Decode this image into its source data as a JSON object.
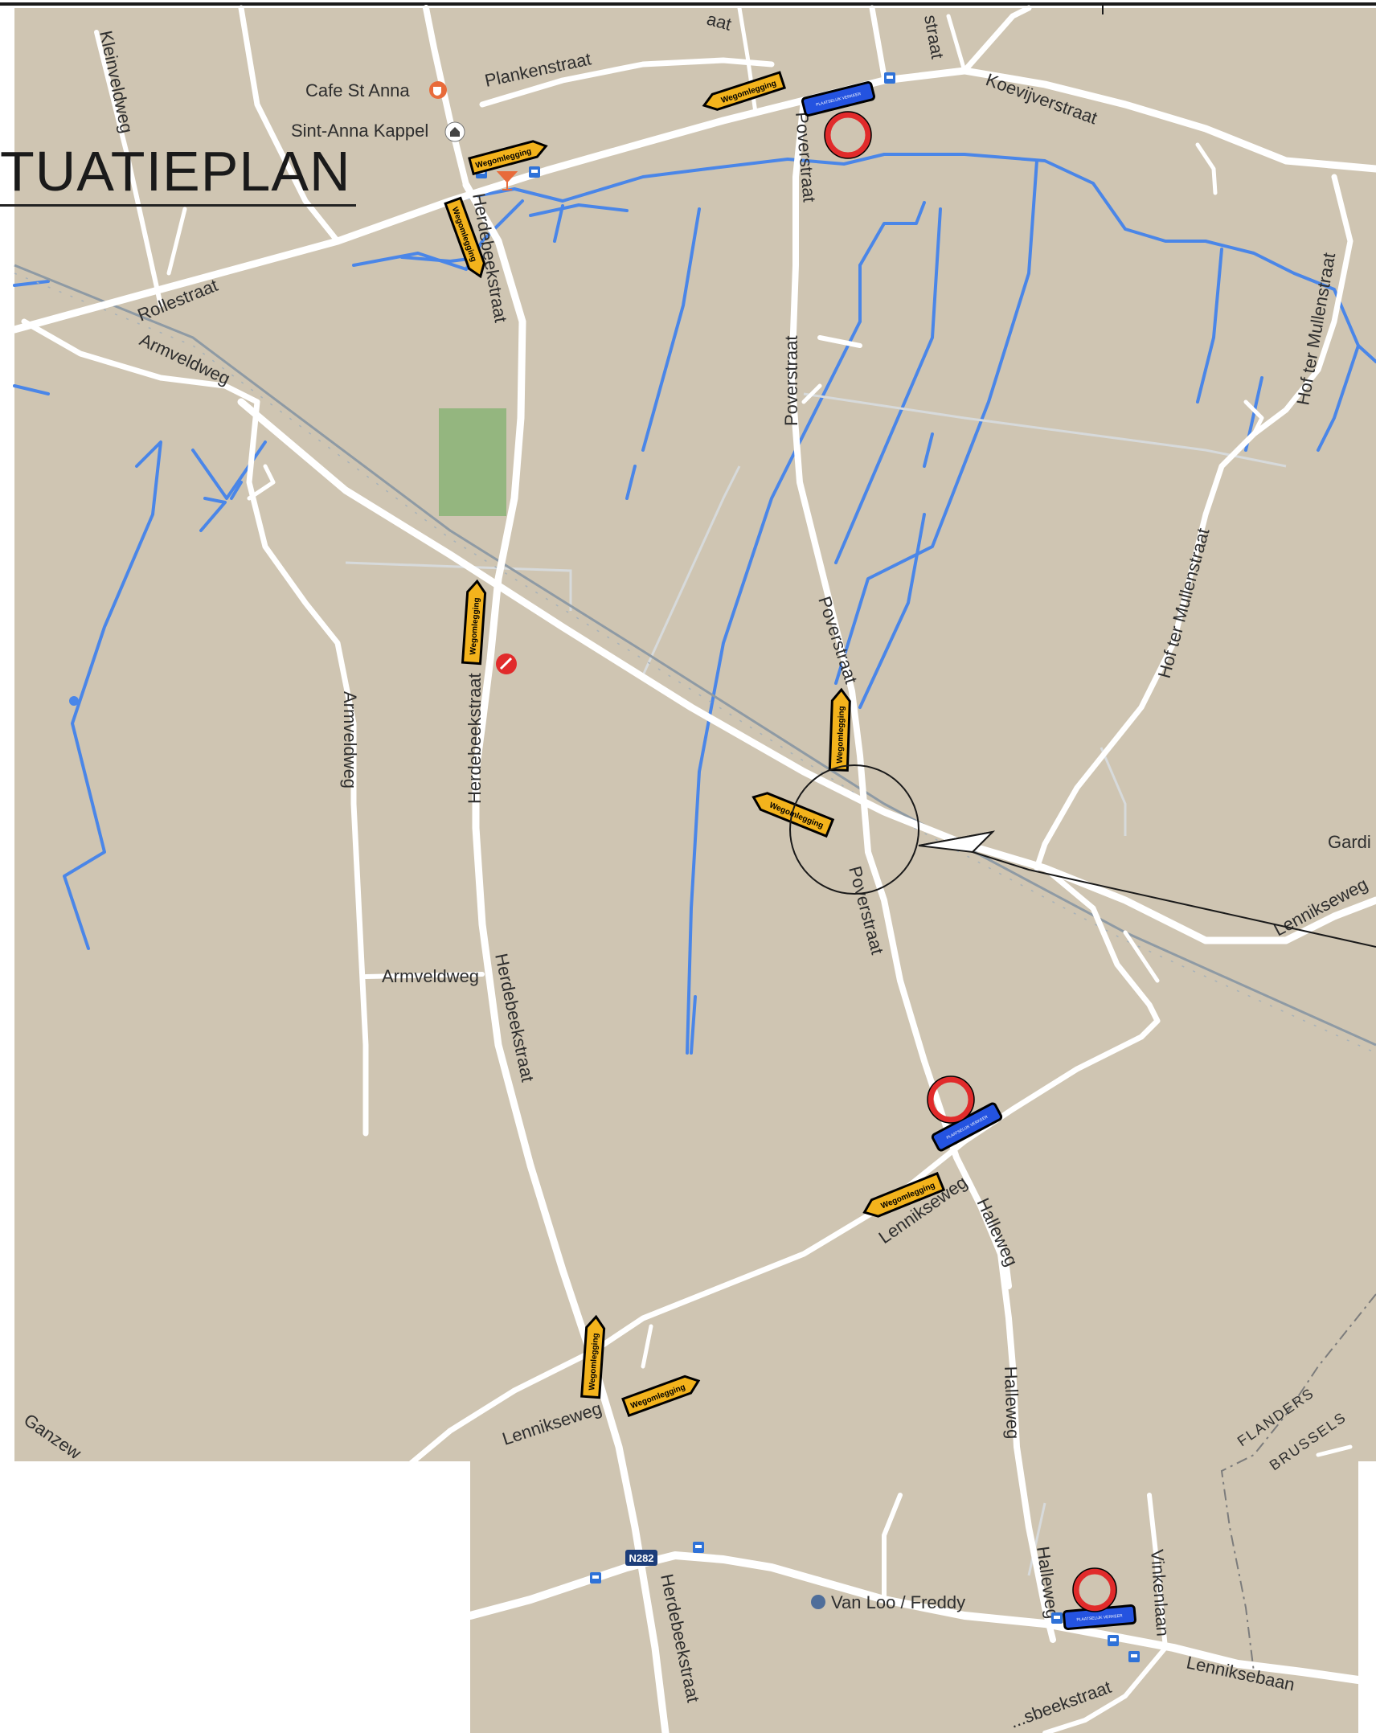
{
  "title": "TUATIEPLAN",
  "colors": {
    "land": "#cfc5b2",
    "road": "#ffffff",
    "water": "#4a86e8",
    "park": "#94b67f",
    "detour_sign": "#f3b31c",
    "closed_sign": "#2453e0",
    "no_entry": "#e12b2b",
    "rail": "#8e9aa4",
    "border": "#7c7c7c"
  },
  "icons": {
    "cafe": "cafe-icon",
    "chapel": "chapel-icon",
    "bus": "bus-stop-icon",
    "shop": "shop-icon",
    "no_entry": "no-entry-icon",
    "closed": "road-closed-icon"
  },
  "top_labels": {
    "left": "aat",
    "right": "straat"
  },
  "streets": {
    "kleinveldweg": "Kleinveldweg",
    "plankenstraat": "Plankenstraat",
    "koevijverstraat": "Koevijverstraat",
    "rollestraat": "Rollestraat",
    "armveldweg": "Armveldweg",
    "herdebeekstraat": "Herdebeekstraat",
    "poverstraat": "Poverstraat",
    "hof_ter_mullenstraat": "Hof ter Mullenstraat",
    "lenniksebaan": "Lenniksebaan",
    "lennikseweg": "Lennikseweg",
    "halleweg": "Halleweg",
    "vinkenlaan": "Vinkenlaan",
    "ganzeweg": "Ganzew",
    "herdebeekstraat_bottom": "...sbeekstraat",
    "garde": "Gardi",
    "flanders": "FLANDERS",
    "brussels": "BRUSSELS",
    "n282": "N282"
  },
  "pois": {
    "cafe": "Cafe St Anna",
    "chapel": "Sint-Anna Kappel",
    "shop": "Van Loo / Freddy"
  },
  "signs": {
    "detour": "Wegomlegging",
    "closed": "PLAATSELIJK VERKEER"
  }
}
